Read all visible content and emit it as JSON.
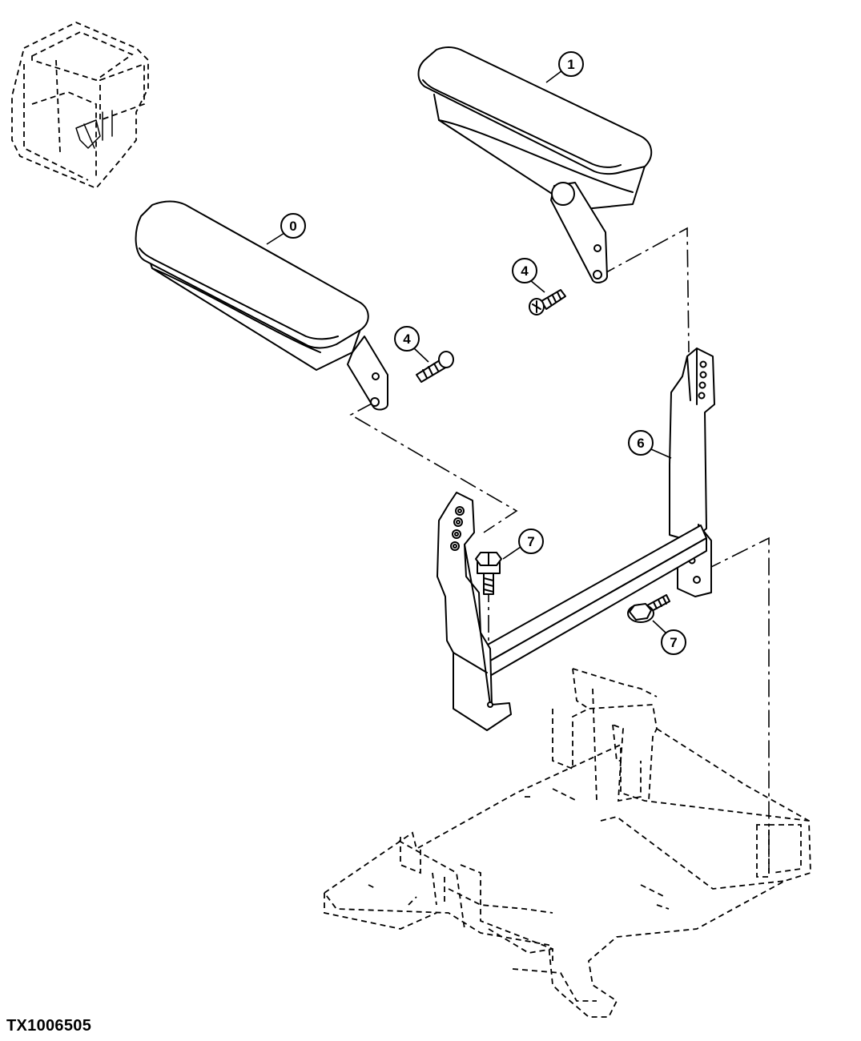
{
  "figure_id": "TX1006505",
  "callouts": [
    "0",
    "1",
    "4",
    "4",
    "6",
    "7",
    "7"
  ]
}
